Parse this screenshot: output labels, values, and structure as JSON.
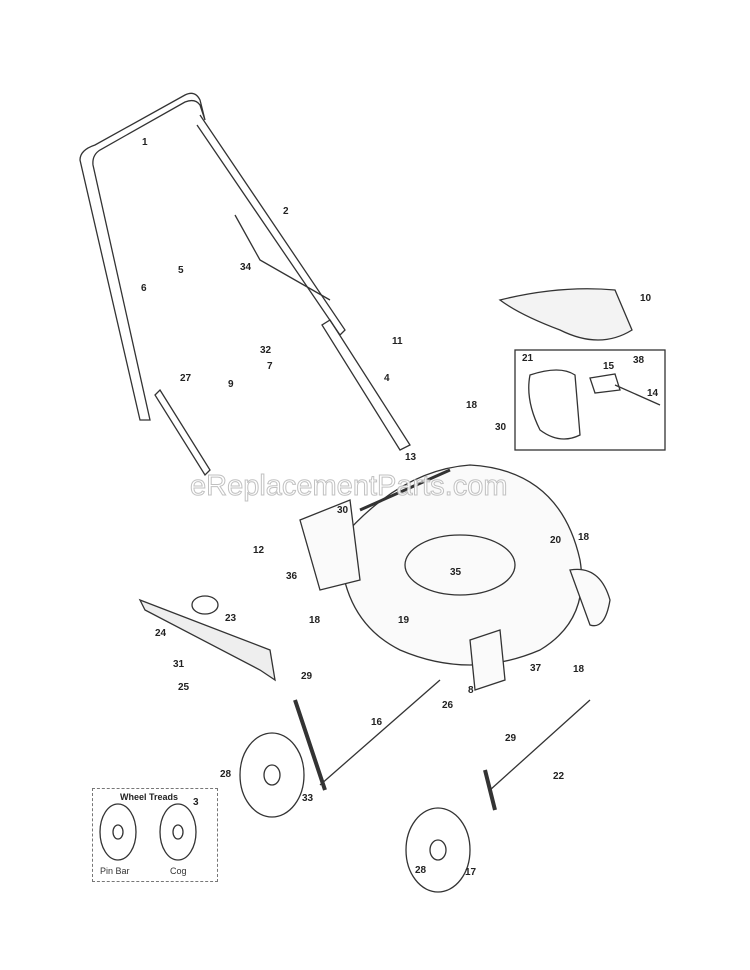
{
  "watermark": "eReplacementParts.com",
  "wheel_treads": {
    "title": "Wheel Treads",
    "options": [
      "Pin Bar",
      "Cog"
    ]
  },
  "callouts": [
    "1",
    "2",
    "34",
    "5",
    "6",
    "10",
    "11",
    "32",
    "7",
    "27",
    "9",
    "4",
    "21",
    "15",
    "38",
    "14",
    "18",
    "30",
    "13",
    "30",
    "12",
    "36",
    "20",
    "18",
    "35",
    "23",
    "24",
    "18",
    "19",
    "31",
    "25",
    "29",
    "37",
    "18",
    "8",
    "26",
    "16",
    "3",
    "28",
    "33",
    "29",
    "22",
    "28",
    "17"
  ]
}
